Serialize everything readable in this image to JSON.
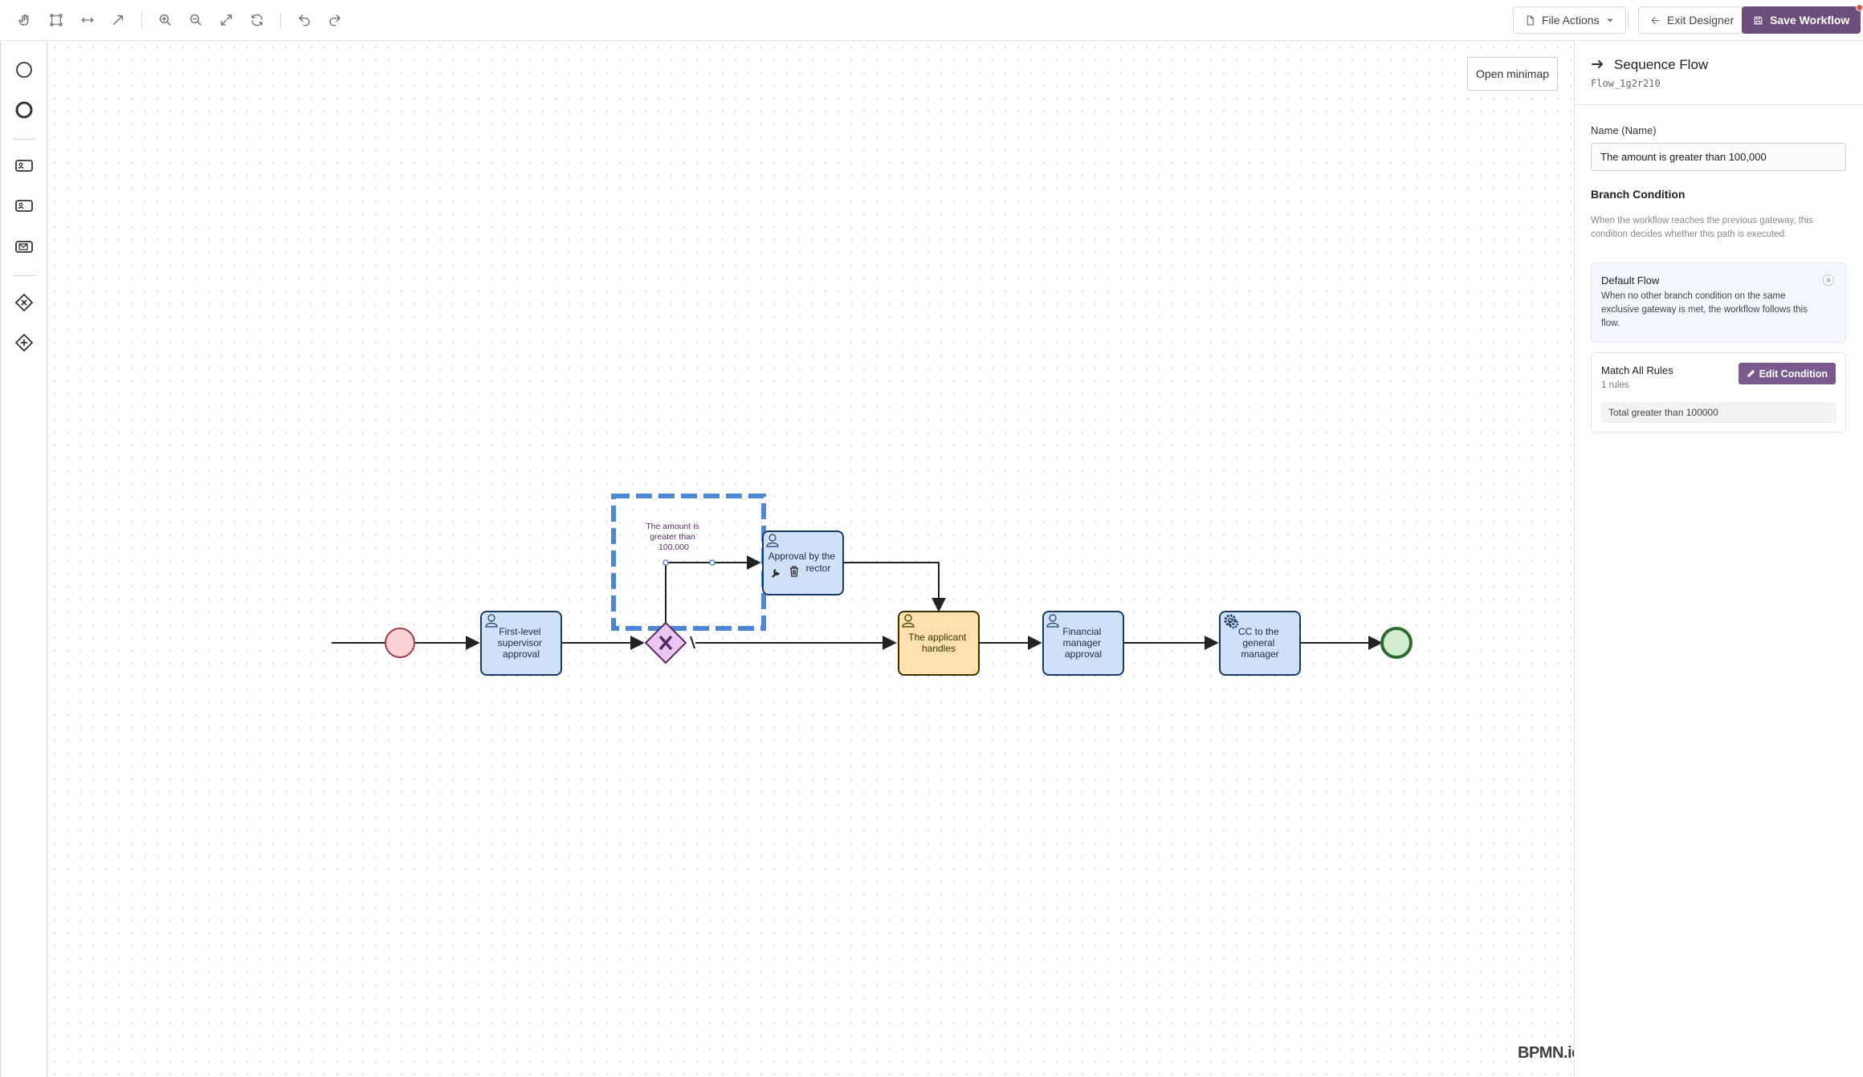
{
  "toolbar": {
    "tools": [
      "hand-tool",
      "lasso-tool",
      "space-tool",
      "connect-tool"
    ],
    "zoom": [
      "zoom-in",
      "zoom-out",
      "fit-view",
      "reset-view"
    ],
    "history": [
      "undo",
      "redo"
    ],
    "file_actions_label": "File Actions",
    "exit_label": "Exit Designer",
    "save_label": "Save Workflow"
  },
  "palette": {
    "items": [
      "start-event",
      "end-event",
      "user-task",
      "user-task-alt",
      "message-task",
      "exclusive-gateway",
      "parallel-gateway"
    ]
  },
  "canvas": {
    "minimap_label": "Open minimap",
    "logo": "BPMN.io",
    "nodes": {
      "supervisor": [
        "First-level",
        "supervisor",
        "approval"
      ],
      "rector": [
        "Approval by the",
        "rector"
      ],
      "applicant": [
        "The applicant",
        "handles"
      ],
      "financial": [
        "Financial",
        "manager",
        "approval"
      ],
      "cc": [
        "CC to the",
        "general",
        "manager"
      ]
    },
    "flow_label": [
      "The amount is",
      "greater than",
      "100,000"
    ]
  },
  "colors": {
    "task_fill": "#cfe0f7",
    "task_stroke": "#1a3a66",
    "applicant_fill": "#fbe2ad",
    "applicant_stroke": "#3d3000",
    "start_fill": "#fbd3d6",
    "start_stroke": "#a33a44",
    "end_fill": "#d2ecd0",
    "end_stroke": "#2f6b2f",
    "gateway_fill": "#e8c8ef",
    "gateway_stroke": "#5a2a66",
    "selection": "#4d86d8",
    "accent": "#6b4e7a"
  },
  "panel": {
    "title": "Sequence Flow",
    "element_id": "Flow_1g2r210",
    "name_label": "Name (Name)",
    "name_value": "The amount is greater than 100,000",
    "branch_title": "Branch Condition",
    "branch_desc": "When the workflow reaches the previous gateway, this condition decides whether this path is executed.",
    "default_title": "Default Flow",
    "default_desc": "When no other branch condition on the same exclusive gateway is met, the workflow follows this flow.",
    "rules_title": "Match All Rules",
    "rules_count": "1 rules",
    "edit_label": "Edit Condition",
    "rule_text": "Total greater than 100000"
  }
}
